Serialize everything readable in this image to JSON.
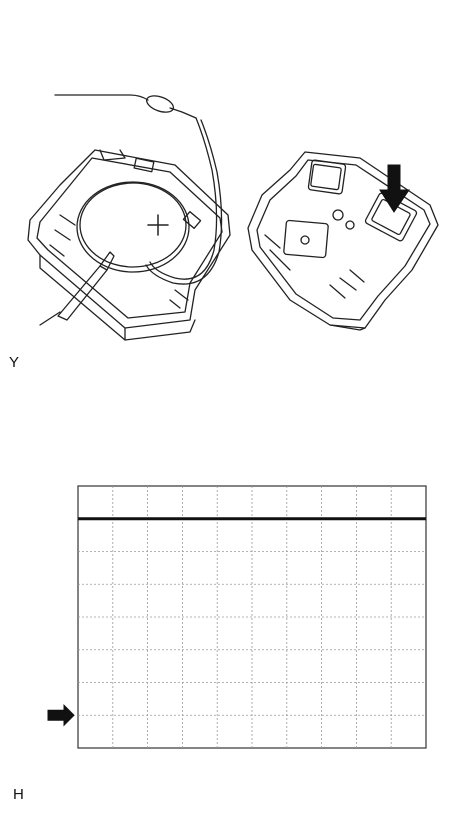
{
  "figures": [
    {
      "id": "battery-probe-illustration",
      "label": "Y",
      "icons": [
        "battery-icon",
        "probe-icon",
        "remote-key-circuit-board-icon",
        "press-switch-arrow-icon"
      ]
    },
    {
      "id": "oscilloscope-waveform",
      "label": "H",
      "icons": [
        "ground-reference-arrow-icon"
      ]
    }
  ],
  "chart_data": {
    "type": "line",
    "title": "",
    "xlabel": "",
    "ylabel": "",
    "grid": true,
    "grid_divisions": {
      "x": 10,
      "y": 8
    },
    "reference_level_division": 1,
    "series": [
      {
        "x": [
          0,
          10
        ],
        "y": [
          7,
          7
        ]
      }
    ],
    "xlim": [
      0,
      10
    ],
    "ylim": [
      0,
      8
    ]
  },
  "colors": {
    "line": "#111111",
    "grid": "#9a9a9a",
    "frame": "#333333"
  }
}
